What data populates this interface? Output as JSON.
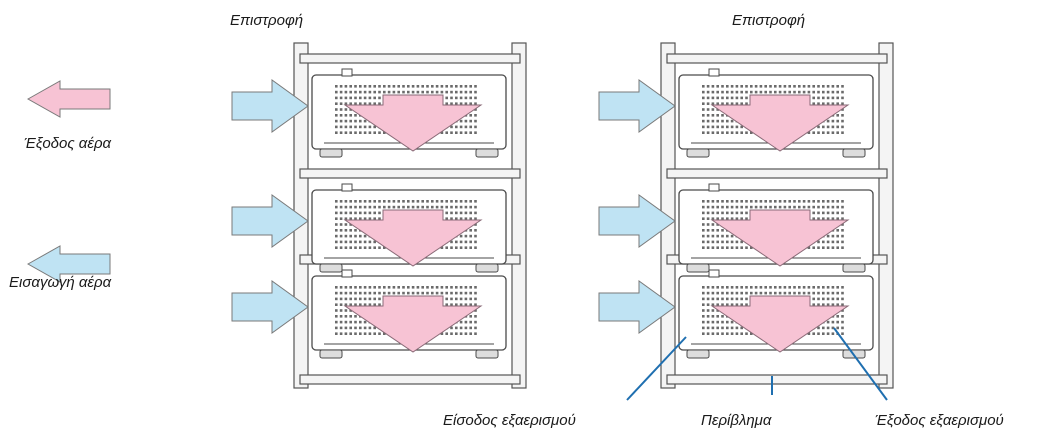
{
  "legend": {
    "exhaust": "Έξοδος αέρα",
    "intake": "Εισαγωγή αέρα",
    "exhaust_color": "#f7c3d4",
    "intake_color": "#bfe3f3"
  },
  "racks": [
    {
      "id": "left",
      "top_label": "Επιστροφή",
      "shelves": 3
    },
    {
      "id": "right",
      "top_label": "Επιστροφή",
      "shelves": 3
    }
  ],
  "callouts": {
    "vent_inlet": "Είσοδος εξαερισμού",
    "enclosure": "Περίβλημα",
    "vent_outlet": "Έξοδος εξαερισμού",
    "line_color": "#1f6fb0"
  },
  "colors": {
    "frame_fill": "#f4f4f4",
    "frame_stroke": "#555555",
    "projector_fill": "#ffffff",
    "projector_stroke": "#4a4a4a",
    "grille": "#6a6a6a"
  }
}
